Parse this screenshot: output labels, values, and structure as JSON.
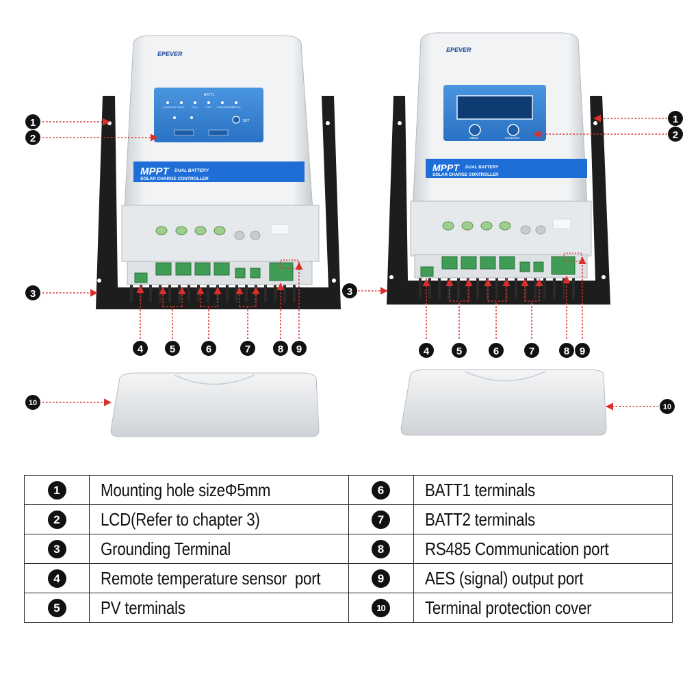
{
  "brand": "EPEVER",
  "left_unit": {
    "panel_header": "BATT1",
    "indicator_labels": [
      "CHARGING",
      "FAULT",
      "FULL",
      "LOW",
      "DISCHARGING",
      "STATUS"
    ],
    "button_label": "SET",
    "title_main": "MPPT",
    "title_sub1": "DUAL BATTERY",
    "title_sub2": "SOLAR CHARGE CONTROLLER"
  },
  "right_unit": {
    "button_labels": [
      "MENU",
      "LOAD/SET"
    ],
    "title_main": "MPPT",
    "title_sub1": "DUAL BATTERY",
    "title_sub2": "SOLAR CHARGE CONTROLLER"
  },
  "callouts": [
    "1",
    "2",
    "3",
    "4",
    "5",
    "6",
    "7",
    "8",
    "9",
    "10"
  ],
  "legend": {
    "rows": [
      {
        "left_num": "1",
        "left_text": "Mounting hole sizeΦ5mm",
        "right_num": "6",
        "right_text": "BATT1 terminals"
      },
      {
        "left_num": "2",
        "left_text": "LCD(Refer to chapter 3)",
        "right_num": "7",
        "right_text": "BATT2 terminals"
      },
      {
        "left_num": "3",
        "left_text": "Grounding Terminal",
        "right_num": "8",
        "right_text": "RS485 Communication port"
      },
      {
        "left_num": "4",
        "left_text": "Remote temperature sensor  port",
        "right_num": "9",
        "right_text": "AES (signal) output port"
      },
      {
        "left_num": "5",
        "left_text": "PV terminals",
        "right_num": "10",
        "right_text": "Terminal protection cover"
      }
    ]
  },
  "colors": {
    "panel_blue": "#2f7fd0",
    "title_blue": "#1f6ed8",
    "callout_red": "#d9302b",
    "terminal_green": "#3f9d55",
    "bracket": "#1d1d1d"
  }
}
